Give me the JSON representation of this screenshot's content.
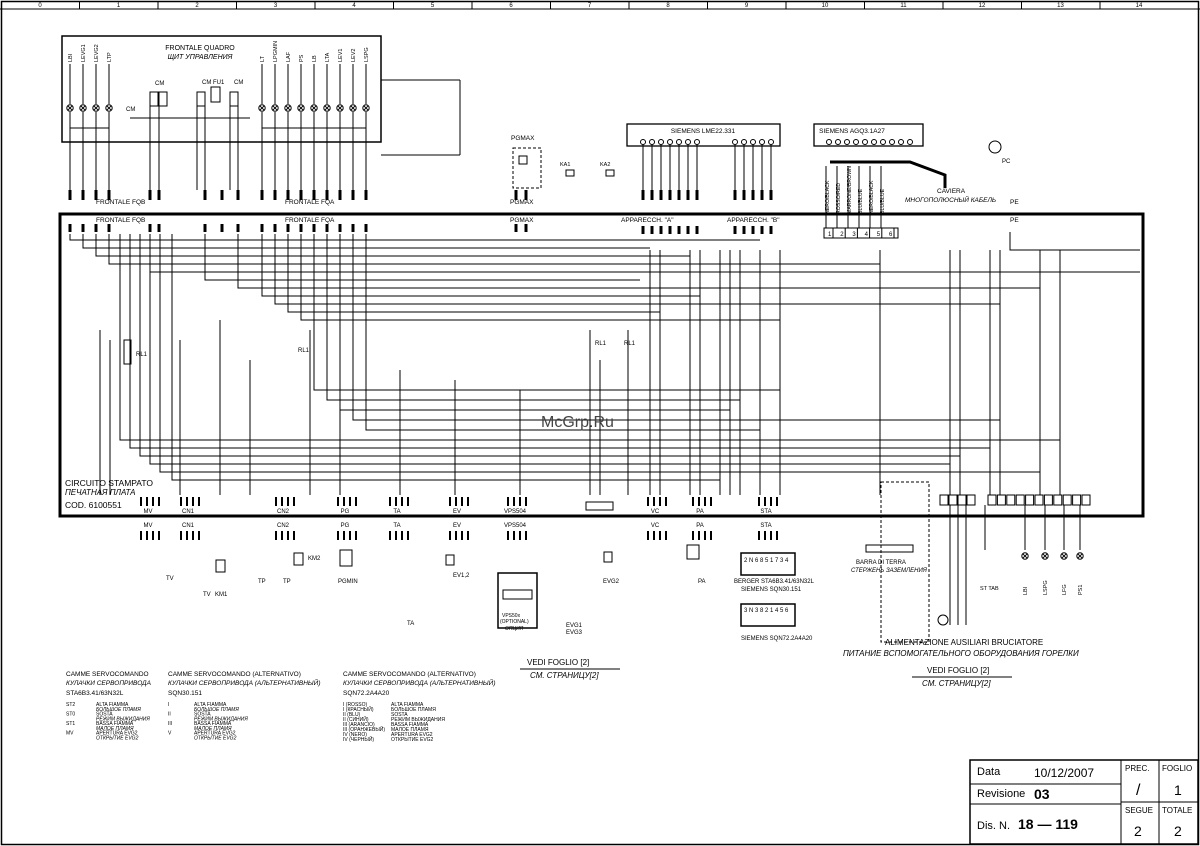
{
  "ruler": {
    "columns": [
      "0",
      "1",
      "2",
      "3",
      "4",
      "5",
      "6",
      "7",
      "8",
      "9",
      "10",
      "11",
      "12",
      "13",
      "14"
    ]
  },
  "frontale_quadro": {
    "title_it": "FRONTALE QUADRO",
    "title_ru": "ЩИТ УПРАВЛЕНИЯ",
    "lamp_labels": [
      "LBI",
      "LEVG1",
      "LEVG2",
      "LTP",
      "LT",
      "LPGMIN",
      "LAF",
      "PS",
      "LB",
      "LTA",
      "LEV1",
      "LEV2",
      "LSPG"
    ],
    "cm_label": "CM",
    "fu_label": "FU1"
  },
  "connectors": {
    "frontale_fqb": "FRONTALE FQB",
    "frontale_fqa": "FRONTALE FQA",
    "pgmax": "PGMAX",
    "apparecch_a": "APPARECCH. \"A\"",
    "apparecch_b": "APPARECCH. \"B\"",
    "pe": "PE",
    "ka1": "KA1",
    "ka2": "KA2"
  },
  "siemens_lme": {
    "title": "SIEMENS LME22.331"
  },
  "siemens_agq": {
    "title": "SIEMENS AGQ3.1A27"
  },
  "cable": {
    "colors": [
      "NERO/BLACK",
      "ROSSO/RED",
      "MARRONE/BROWN",
      "BLU/BLUE",
      "NERO/BLACK",
      "BLU/BLUE"
    ],
    "terminals": [
      "1",
      "2",
      "3",
      "4",
      "5",
      "6"
    ],
    "label_it": "CAVIERA",
    "label_ru": "МНОГОПОЛЮСНЫЙ КАБЕЛЬ",
    "pc": "PC"
  },
  "relays": {
    "rl1": "RL1"
  },
  "pcb": {
    "title_it": "CIRCUITO STAMPATO",
    "title_ru": "ПЕЧАТНАЯ ПЛАТА",
    "code": "COD. 6100551",
    "connectors": [
      "MV",
      "CN1",
      "CN2",
      "PG",
      "TA",
      "EV",
      "VPS504",
      "VC",
      "PA",
      "STA"
    ]
  },
  "bottom_devices": {
    "mv": "MV",
    "cn1": "CN1",
    "cn2": "CN2",
    "pg": "PG",
    "ta": "TA",
    "ev": "EV",
    "vps504": "VPS504",
    "vc": "VC",
    "pa": "PA",
    "sta": "STA",
    "tv1": "TV",
    "tv2": "TV",
    "km1": "KM1",
    "tp1": "TP",
    "tp2": "TP",
    "km2": "KM2",
    "pgmin": "PGMIN",
    "ta_dev": "TA",
    "ev12": "EV1,2",
    "evg2": "EVG2",
    "evg1": "EVG1",
    "evg3": "EVG3",
    "pa_dev": "PA",
    "vps_opt_1": "VPS50x",
    "vps_opt_2": "(OPTIONAL)",
    "vps_opt_ru": "ОПЦИЯ"
  },
  "servomotors": {
    "berger": "BERGER STA6B3.41/63N32L",
    "sqn30": "SIEMENS SQN30.151",
    "sqn72": "SIEMENS SQN72.2A4A20",
    "berger_terms": "2 N 6 8 5 1 7 3 4",
    "sqn_terms": "3 N 3 8 2 1 4 5 6"
  },
  "earth": {
    "it": "BARRA DI TERRA",
    "ru": "СТЕРЖЕНЬ ЗАЗЕМЛЕНИЯ"
  },
  "aux_devices": [
    "ST TAB",
    "LBI",
    "LSPG",
    "LFG",
    "PS1"
  ],
  "aux": {
    "title_it": "ALIMENTAZIONE AUSILIARI BRUCIATORE",
    "title_ru": "ПИТАНИЕ ВСПОМОГАТЕЛЬНОГО ОБОРУДОВАНИЯ ГОРЕЛКИ"
  },
  "vedi": [
    {
      "it": "VEDI FOGLIO [2]",
      "ru": "СМ. СТРАНИЦУ[2]"
    },
    {
      "it": "VEDI FOGLIO [2]",
      "ru": "СМ. СТРАНИЦУ[2]"
    }
  ],
  "legend": {
    "col1": {
      "title_it": "CAMME SERVOCOMANDO",
      "title_ru": "КУЛАЧКИ СЕРВОПРИВОДА",
      "model": "STA6B3.41/63N32L",
      "rows": [
        [
          "ST2",
          "ALTA FIAMMA",
          "БОЛЬШОЕ ПЛАМЯ"
        ],
        [
          "ST0",
          "SOSTA",
          "РЕЖИМ ВЫЖИДАНИЯ"
        ],
        [
          "ST1",
          "BASSA FIAMMA",
          "МАЛОЕ ПЛАМЯ"
        ],
        [
          "MV",
          "APERTURA EVG2",
          "ОТКРЫТИЕ EVG2"
        ]
      ]
    },
    "col2": {
      "title_it": "CAMME SERVOCOMANDO (ALTERNATIVO)",
      "title_ru": "КУЛАЧКИ СЕРВОПРИВОДА (АЛЬТЕРНАТИВНЫЙ)",
      "model": "SQN30.151",
      "rows": [
        [
          "I",
          "ALTA FIAMMA",
          "БОЛЬШОЕ ПЛАМЯ"
        ],
        [
          "II",
          "SOSTA",
          "РЕЖИМ ВЫЖИДАНИЯ"
        ],
        [
          "III",
          "BASSA FIAMMA",
          "МАЛОЕ ПЛАМЯ"
        ],
        [
          "V",
          "APERTURA EVG2",
          "ОТКРЫТИЕ EVG2"
        ]
      ]
    },
    "col3": {
      "title_it": "CAMME SERVOCOMANDO (ALTERNATIVO)",
      "title_ru": "КУЛАЧКИ СЕРВОПРИВОДА (АЛЬТЕРНАТИВНЫЙ)",
      "model": "SQN72.2A4A20",
      "rows": [
        [
          "I (ROSSO)",
          "ALTA FIAMMA",
          ""
        ],
        [
          "I (КРАСНЫЙ)",
          "БОЛЬШОЕ ПЛАМЯ",
          ""
        ],
        [
          "II (BLU)",
          "SOSTA",
          ""
        ],
        [
          "II (СИНИЙ)",
          "РЕЖИМ ВЫЖИДАНИЯ",
          ""
        ],
        [
          "III (ARANCIO)",
          "BASSA FIAMMA",
          ""
        ],
        [
          "III (ОРАНЖЕВЫЙ)",
          "МАЛОЕ ПЛАМЯ",
          ""
        ],
        [
          "IV (NERO)",
          "APERTURA EVG2",
          ""
        ],
        [
          "IV (ЧЕРНЫЙ)",
          "ОТКРЫТИЕ EVG2",
          ""
        ]
      ]
    }
  },
  "watermark": "McGrp.Ru",
  "title_block": {
    "data_label": "Data",
    "data_value": "10/12/2007",
    "revisione_label": "Revisione",
    "revisione_value": "03",
    "dis_label": "Dis. N.",
    "dis_value": "18 — 119",
    "prec_label": "PREC.",
    "prec_value": "/",
    "foglio_label": "FOGLIO",
    "foglio_value": "1",
    "segue_label": "SEGUE",
    "segue_value": "2",
    "totale_label": "TOTALE",
    "totale_value": "2"
  }
}
